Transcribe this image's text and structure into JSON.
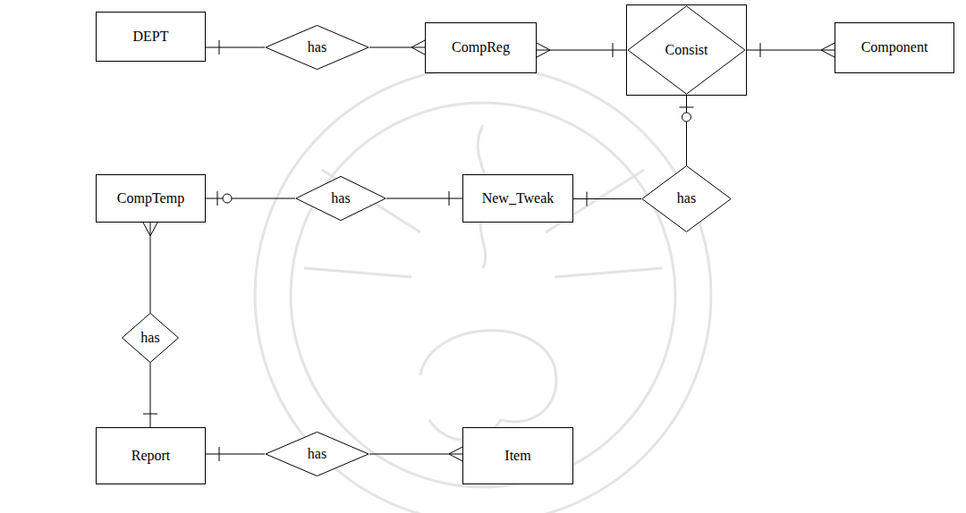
{
  "diagram": {
    "nodes": [
      {
        "text": [
          "DEPT"
        ]
      },
      {
        "text": [
          "has"
        ]
      },
      {
        "text": [
          "CompReg"
        ]
      },
      {
        "text": [
          "Consist"
        ]
      },
      {
        "text": [
          "Component"
        ]
      },
      {
        "text": [
          "CompTemp"
        ]
      },
      {
        "text": [
          "has"
        ]
      },
      {
        "text": [
          "New_Tweak"
        ]
      },
      {
        "text": [
          "has"
        ]
      },
      {
        "text": [
          "has"
        ]
      },
      {
        "text": [
          "Report"
        ]
      },
      {
        "text": [
          "has"
        ]
      },
      {
        "text": [
          "Item"
        ]
      }
    ],
    "edges": [
      {
        "from": 0,
        "to": 1,
        "arrow": "none"
      },
      {
        "from": 1,
        "to": 2,
        "arrow": "none"
      },
      {
        "from": 2,
        "to": 3,
        "arrow": "none"
      },
      {
        "from": 3,
        "to": 4,
        "arrow": "none"
      },
      {
        "from": 3,
        "to": 8,
        "arrow": "none"
      },
      {
        "from": 8,
        "to": 7,
        "arrow": "none"
      },
      {
        "from": 7,
        "to": 6,
        "arrow": "none"
      },
      {
        "from": 6,
        "to": 5,
        "arrow": "none"
      },
      {
        "from": 5,
        "to": 9,
        "arrow": "none"
      },
      {
        "from": 9,
        "to": 10,
        "arrow": "none"
      },
      {
        "from": 10,
        "to": 11,
        "arrow": "none"
      },
      {
        "from": 11,
        "to": 12,
        "arrow": "none"
      }
    ]
  }
}
